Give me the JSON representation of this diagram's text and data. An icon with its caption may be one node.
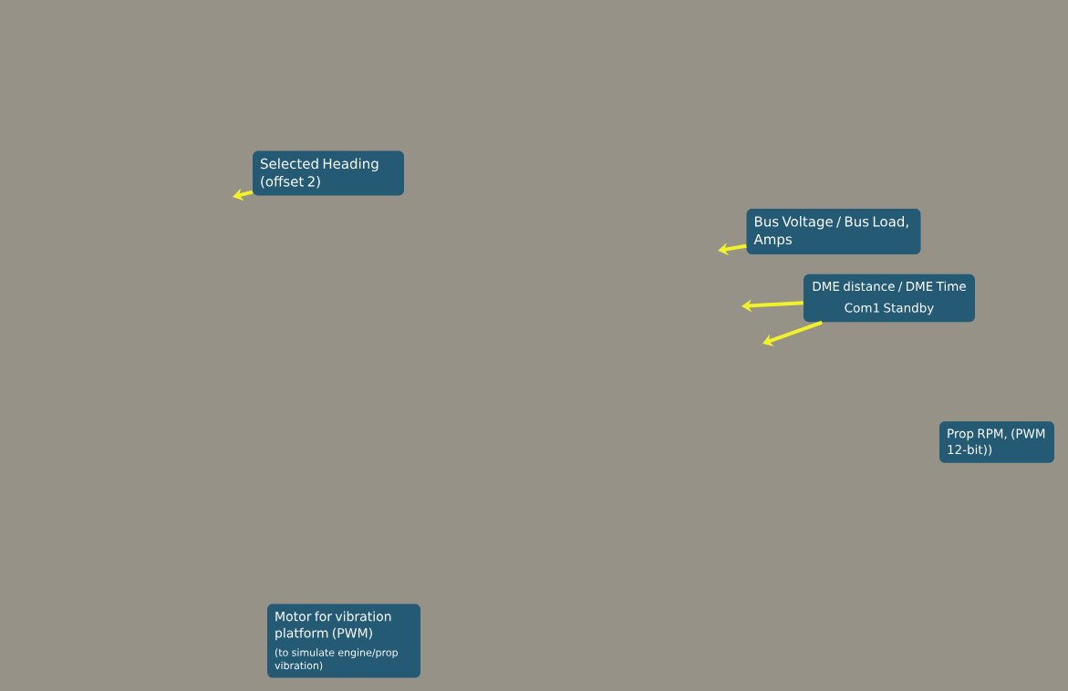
{
  "diagram": {
    "nodes": [
      {
        "text": [
          "Selected Heading (offset 2)"
        ]
      },
      {
        "text": [
          "Bus Voltage / Bus Load, Amps"
        ]
      },
      {
        "text": [
          "DME distance / DME Time",
          "Com1 Standby"
        ]
      },
      {
        "text": [
          "Prop RPM, (PWM 12-bit))"
        ]
      },
      {
        "text": [
          "Motor for vibration platform (PWM)",
          "(to simulate engine/prop vibration)"
        ]
      }
    ],
    "edges": [
      {
        "from": 0,
        "to": null,
        "arrow": "to"
      },
      {
        "from": 1,
        "to": null,
        "arrow": "to"
      },
      {
        "from": 2,
        "to": null,
        "arrow": "to"
      },
      {
        "from": 2,
        "to": null,
        "arrow": "to"
      }
    ]
  }
}
